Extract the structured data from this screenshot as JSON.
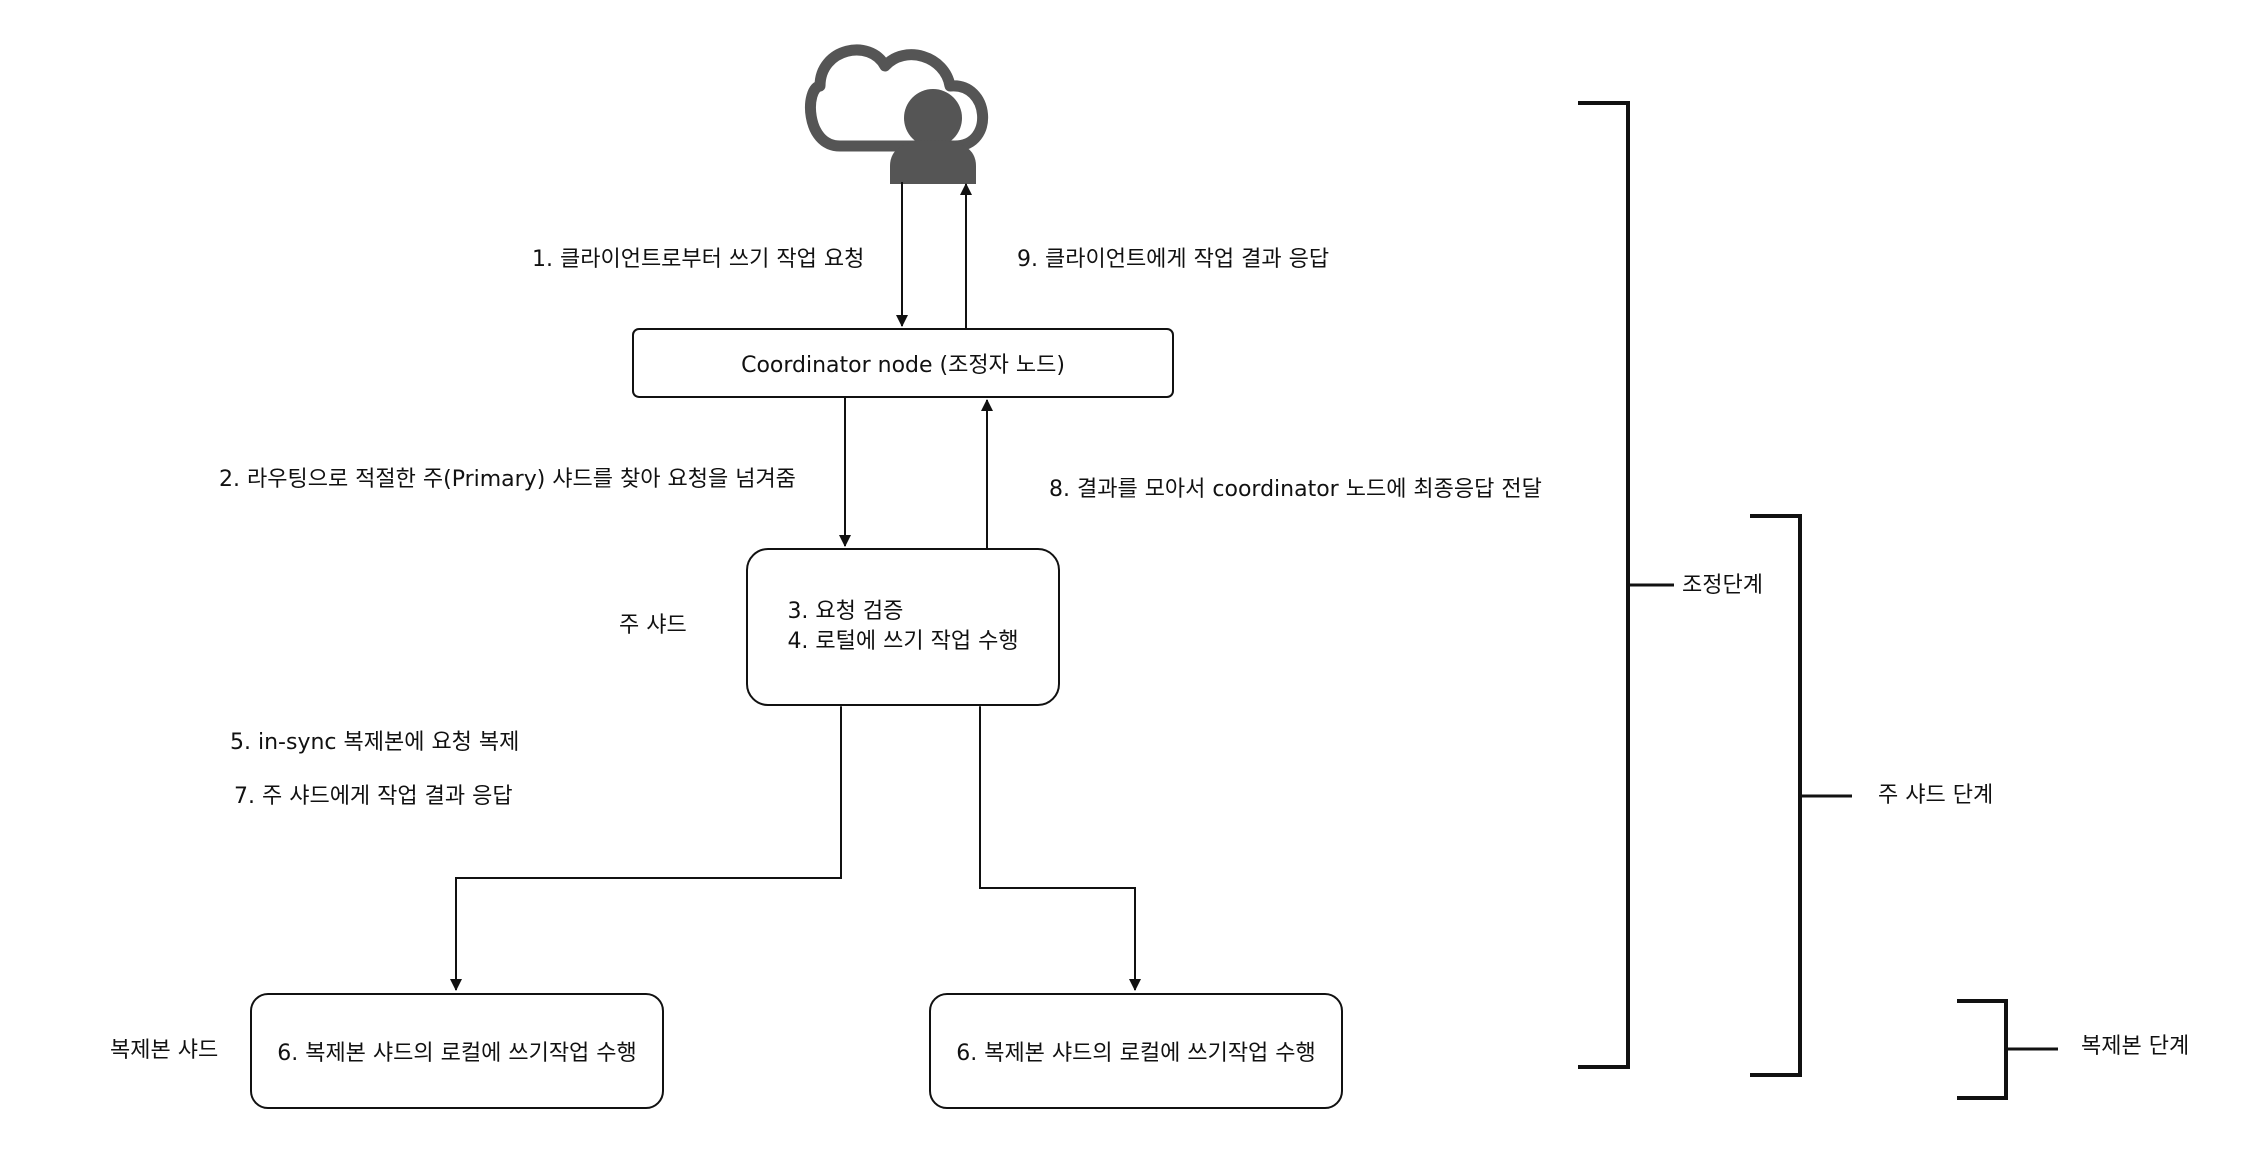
{
  "labels": {
    "step1": "1. 클라이언트로부터 쓰기 작업 요청",
    "step9": "9. 클라이언트에게 작업 결과 응답",
    "step2": "2. 라우팅으로 적절한 주(Primary) 샤드를 찾아 요청을 넘겨줌",
    "step8": "8. 결과를 모아서 coordinator 노드에 최종응답 전달",
    "primary_shard_side": "주 샤드",
    "step5": "5. in-sync 복제본에 요청 복제",
    "step7": "7. 주 샤드에게 작업 결과 응답",
    "replica_shard_side": "복제본 샤드"
  },
  "nodes": {
    "coordinator": "Coordinator node (조정자 노드)",
    "primary_line1": "3. 요청 검증",
    "primary_line2": "4. 로털에  쓰기 작업 수행",
    "replica_left": "6. 복제본 샤드의 로컬에 쓰기작업 수행",
    "replica_right": "6. 복제본 샤드의 로컬에 쓰기작업 수행"
  },
  "phases": {
    "coordination": "조정단계",
    "primary": "주 샤드 단계",
    "replica": "복제본 단계"
  },
  "icons": {
    "client": "cloud-user-icon"
  },
  "colors": {
    "icon": "#555555",
    "stroke": "#111111"
  }
}
